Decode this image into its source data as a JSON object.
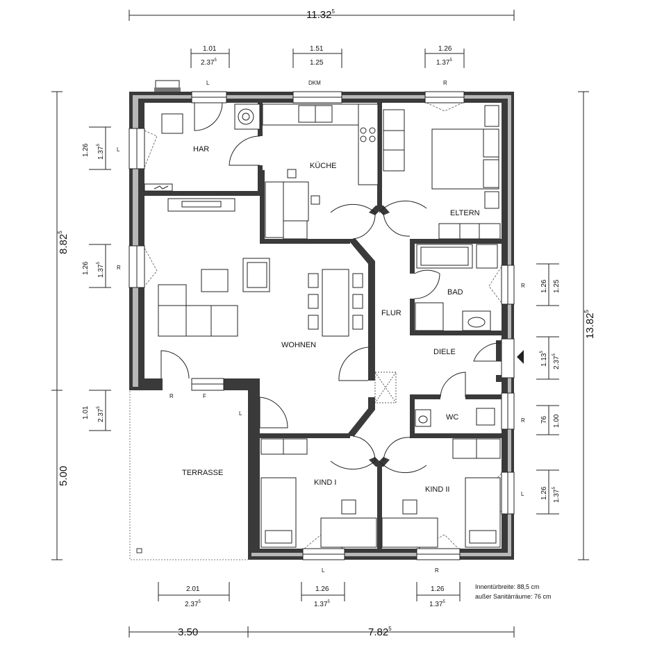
{
  "rooms": {
    "har": "HAR",
    "kueche": "KÜCHE",
    "eltern": "ELTERN",
    "wohnen": "WOHNEN",
    "flur": "FLUR",
    "bad": "BAD",
    "diele": "DIELE",
    "wc": "WC",
    "kind1": "KIND I",
    "kind2": "KIND II",
    "terrasse": "TERRASSE"
  },
  "top_dims": {
    "overall": "11.32",
    "overall_sup": "5",
    "w1_top": "1.01",
    "w1_bot": "2.37",
    "w1_bot_sup": "5",
    "w2_top": "1.51",
    "w2_bot": "1.25",
    "w3_top": "1.26",
    "w3_bot": "1.37",
    "w3_bot_sup": "5"
  },
  "top_marks": {
    "m1": "L",
    "m2": "DKM",
    "m3": "R"
  },
  "left_dims": {
    "upper": "8.82",
    "upper_sup": "5",
    "lower": "5.00",
    "w1_a": "1.26",
    "w1_b": "1.37",
    "w1_b_sup": "5",
    "w2_a": "1.26",
    "w2_b": "1.37",
    "w2_b_sup": "5",
    "w3_a": "1.01",
    "w3_b": "2.37",
    "w3_b_sup": "5"
  },
  "left_marks": {
    "m1": "L",
    "m2": "R"
  },
  "right_dims": {
    "overall": "13.82",
    "overall_sup": "5",
    "w1_a": "1.26",
    "w1_b": "1.25",
    "w2_a": "1.13",
    "w2_a_sup": "5",
    "w2_b": "2.37",
    "w2_b_sup": "5",
    "w3_a": "76",
    "w3_b": "1.00",
    "w4_a": "1.26",
    "w4_b": "1.37",
    "w4_b_sup": "5"
  },
  "right_marks": {
    "m1": "R",
    "m2": "R",
    "m3": "L"
  },
  "bottom_dims": {
    "left": "3.50",
    "right": "7.82",
    "right_sup": "5",
    "w1_top": "2.01",
    "w1_bot": "2.37",
    "w1_bot_sup": "5",
    "w2_top": "1.26",
    "w2_bot": "1.37",
    "w2_bot_sup": "5",
    "w3_top": "1.26",
    "w3_bot": "1.37",
    "w3_bot_sup": "5"
  },
  "bottom_marks": {
    "m1": "L",
    "m2": "R"
  },
  "terrace_marks": {
    "m1": "R",
    "m2": "F",
    "m3": "L"
  },
  "note": {
    "line1": "Innentürbreite: 88,5 cm",
    "line2": "außer Sanitärräume: 76 cm"
  }
}
